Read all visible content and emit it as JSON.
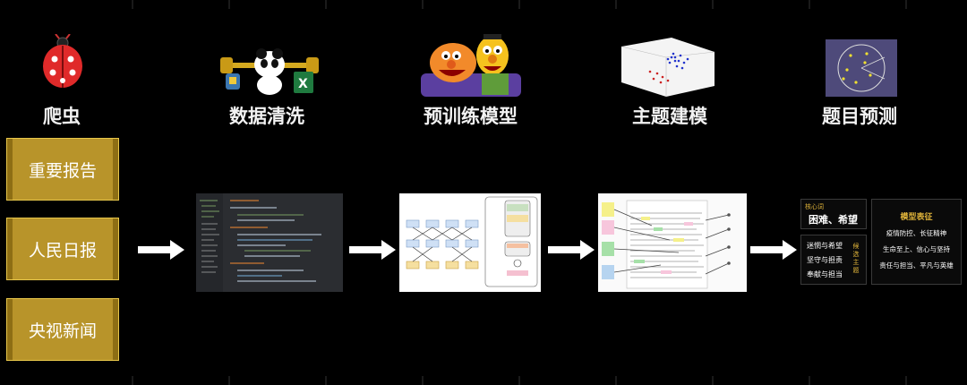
{
  "stages": {
    "crawler": "爬虫",
    "cleaning": "数据清洗",
    "pretrain": "预训练模型",
    "topic": "主题建模",
    "predict": "题目预测"
  },
  "sources": [
    "重要报告",
    "人民日报",
    "央视新闻"
  ],
  "results": {
    "keyword_label": "核心词",
    "keywords": "困难、希望",
    "topics": [
      "迷惘与希望",
      "坚守与担责",
      "奉献与担当"
    ],
    "topic_label": "候选主题",
    "model_label": "模型表征",
    "model_lines": [
      "疫情防控、长征精神",
      "生命至上、信心与坚持",
      "责任与担当、平凡与英雄"
    ]
  },
  "colors": {
    "gold": "#b8942a",
    "gold_border": "#e8c74a",
    "result_label": "#e0b43a"
  },
  "icons": [
    "ladybug-icon",
    "panda-python-excel-icon",
    "ernie-bert-icon",
    "3d-scatter-icon",
    "circle-diagram-icon"
  ]
}
